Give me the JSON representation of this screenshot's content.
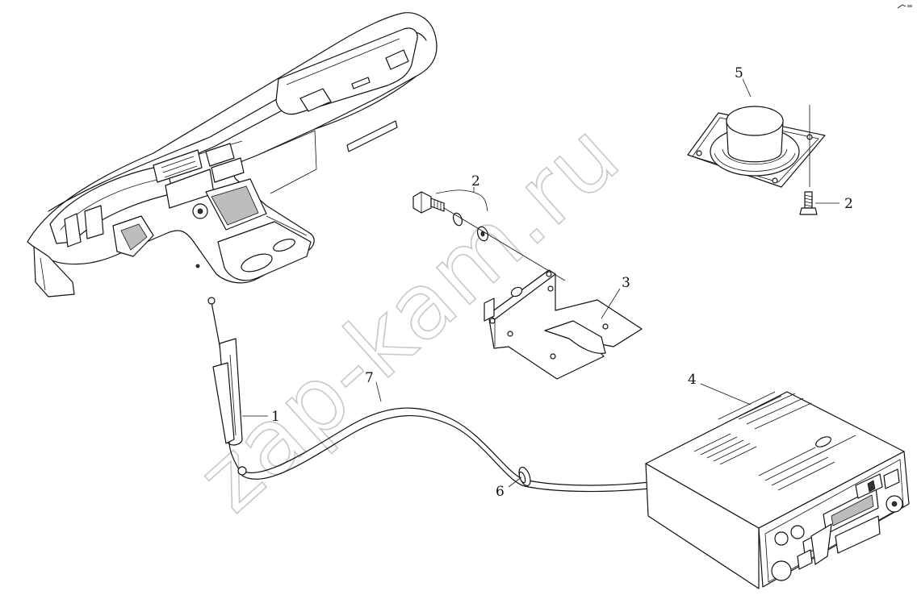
{
  "watermark": "zap-kam.ru",
  "corner_mark": "",
  "callouts": {
    "c1": "1",
    "c2_bolt_set": "2",
    "c2_speaker_screw": "2",
    "c3": "3",
    "c4": "4",
    "c5": "5",
    "c6": "6",
    "c7": "7"
  }
}
